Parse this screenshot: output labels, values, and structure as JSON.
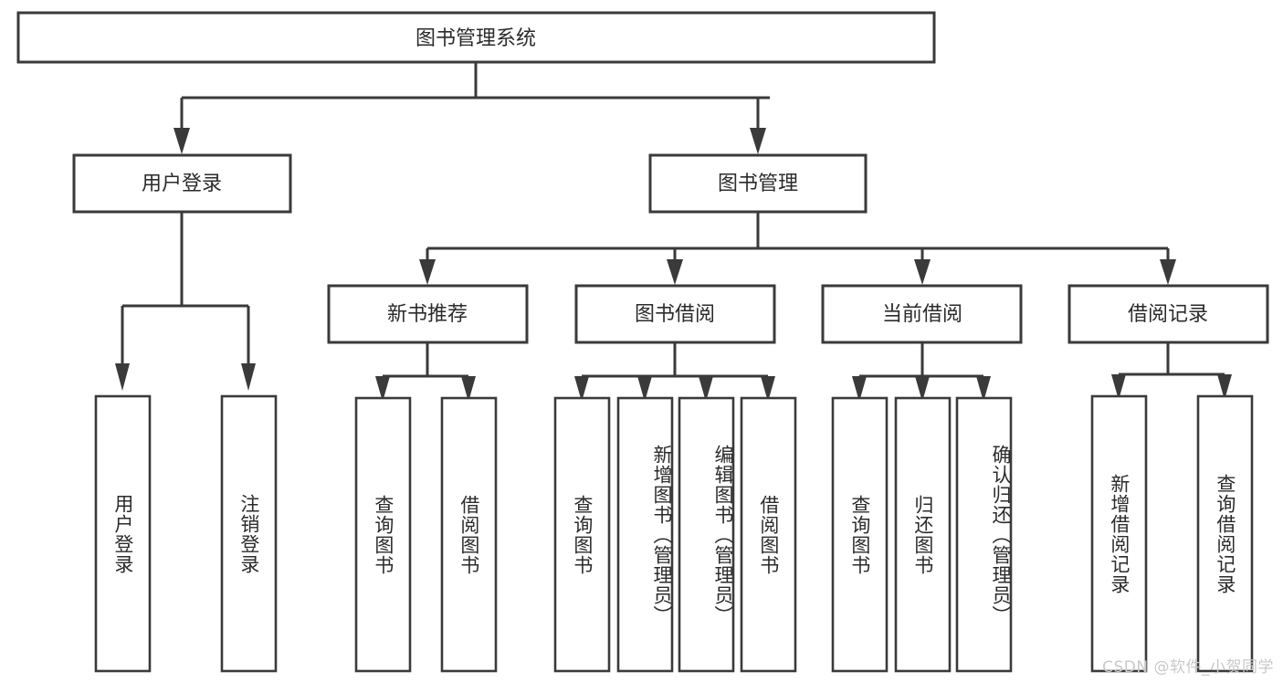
{
  "diagram": {
    "type": "tree",
    "title_node": {
      "id": "root",
      "label": "图书管理系统"
    },
    "level2": [
      {
        "id": "user-login",
        "label": "用户登录"
      },
      {
        "id": "book-manage",
        "label": "图书管理"
      }
    ],
    "level3": [
      {
        "id": "new-book-recommend",
        "label": "新书推荐",
        "parent": "book-manage"
      },
      {
        "id": "book-borrow",
        "label": "图书借阅",
        "parent": "book-manage"
      },
      {
        "id": "current-borrow",
        "label": "当前借阅",
        "parent": "book-manage"
      },
      {
        "id": "borrow-record",
        "label": "借阅记录",
        "parent": "book-manage"
      }
    ],
    "leaves": {
      "user_login": [
        {
          "id": "leaf-user-login",
          "label": "用户登录"
        },
        {
          "id": "leaf-logout",
          "label": "注销登录"
        }
      ],
      "new_book_recommend": [
        {
          "id": "leaf-query-book-1",
          "label": "查询图书"
        },
        {
          "id": "leaf-borrow-book-1",
          "label": "借阅图书"
        }
      ],
      "book_borrow": [
        {
          "id": "leaf-query-book-2",
          "label": "查询图书"
        },
        {
          "id": "leaf-add-book",
          "label": "新增图书（管理员）"
        },
        {
          "id": "leaf-edit-book",
          "label": "编辑图书（管理员）"
        },
        {
          "id": "leaf-borrow-book-2",
          "label": "借阅图书"
        }
      ],
      "current_borrow": [
        {
          "id": "leaf-query-book-3",
          "label": "查询图书"
        },
        {
          "id": "leaf-return-book",
          "label": "归还图书"
        },
        {
          "id": "leaf-confirm-return",
          "label": "确认归还（管理员）"
        }
      ],
      "borrow_record": [
        {
          "id": "leaf-add-record",
          "label": "新增借阅记录"
        },
        {
          "id": "leaf-query-record",
          "label": "查询借阅记录"
        }
      ]
    }
  },
  "watermark": {
    "text": "CSDN @软件_小贺同学"
  },
  "colors": {
    "background": "#ffffff",
    "box_fill": "#ffffff",
    "box_stroke": "#3a3a3a",
    "text": "#2b2b2b",
    "watermark": "#c9c9c9"
  }
}
